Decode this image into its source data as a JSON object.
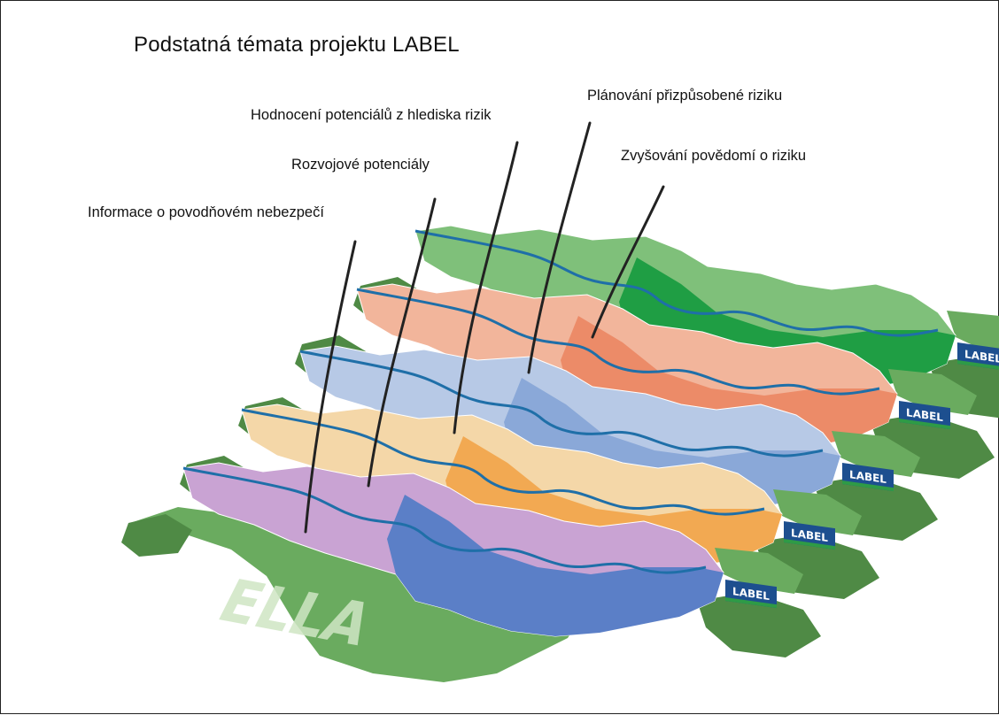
{
  "title": "Podstatná témata projektu LABEL",
  "layers": [
    {
      "label": "Informace o povodňovém nebezpečí",
      "colors": [
        "#c9a3d3",
        "#5b7fc7"
      ],
      "badge": "LABEL",
      "stamp": "ELLA"
    },
    {
      "label": "Rozvojové potenciály",
      "colors": [
        "#f4d7a8",
        "#f2a952"
      ],
      "badge": "LABEL"
    },
    {
      "label": "Hodnocení potenciálů z hlediska rizik",
      "colors": [
        "#b7c9e6",
        "#8aa8d8"
      ],
      "badge": "LABEL"
    },
    {
      "label": "Plánování přizpůsobené riziku",
      "colors": [
        "#f2b59b",
        "#ec8b68"
      ],
      "badge": "LABEL"
    },
    {
      "label": "Zvyšování povědomí o riziku",
      "colors": [
        "#7fc07a",
        "#1f9e44"
      ],
      "badge": "LABEL"
    }
  ],
  "colors": {
    "outer_green": "#6aab5f",
    "dark_green": "#4f8a45",
    "river": "#1f6fa8",
    "leader": "#222222",
    "badge_bg": "#1d4f8f",
    "badge_stripe": "#2e9b46"
  }
}
